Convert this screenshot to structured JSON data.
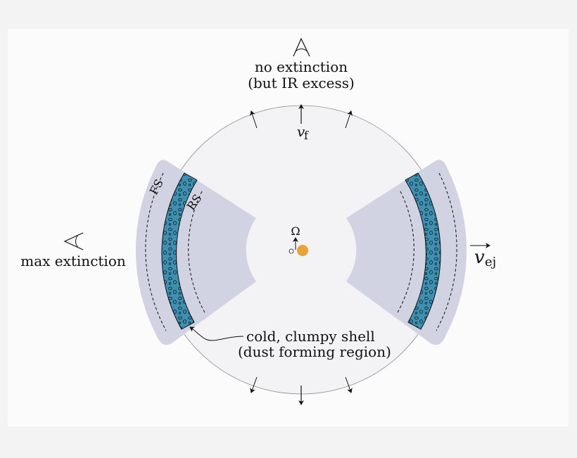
{
  "viewers": {
    "top_line1": "no extinction",
    "top_line2": "(but IR excess)",
    "left": "max extinction"
  },
  "labels": {
    "v_f": "v",
    "v_f_sub": "f",
    "v_ej": "v",
    "v_ej_sub": "ej",
    "omega": "Ω",
    "fs": "FS",
    "rs": "RS",
    "shell_line1": "cold, clumpy shell",
    "shell_line2": "(dust forming region)"
  },
  "colors": {
    "background": "#fbfbfb",
    "disk": "#f3f3f6",
    "ejecta": "#d1d3e3",
    "shell": "#3f8fb0",
    "star": "#e8a235"
  }
}
